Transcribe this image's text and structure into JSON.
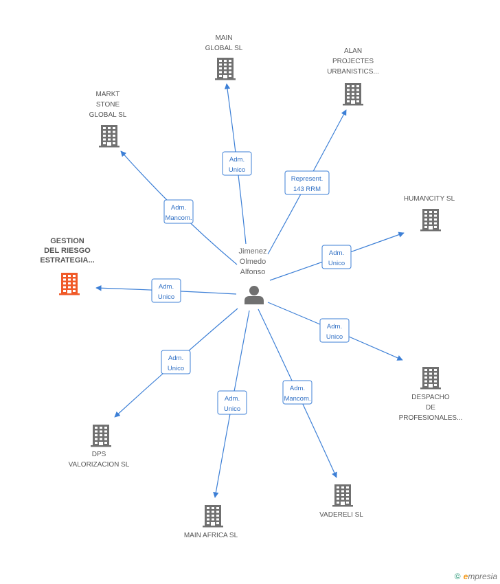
{
  "center": {
    "label_lines": [
      "Jimenez",
      "Olmedo",
      "Alfonso"
    ],
    "icon": "person-icon"
  },
  "colors": {
    "edge": "#3c7fd6",
    "node": "#707070",
    "highlight": "#f05a28"
  },
  "nodes": [
    {
      "id": "main-global",
      "label_lines": [
        "MAIN",
        "GLOBAL  SL"
      ],
      "highlight": false
    },
    {
      "id": "alan-projectes",
      "label_lines": [
        "ALAN",
        "PROJECTES",
        "URBANISTICS..."
      ],
      "highlight": false
    },
    {
      "id": "markt-stone",
      "label_lines": [
        "MARKT",
        "STONE",
        "GLOBAL  SL"
      ],
      "highlight": false
    },
    {
      "id": "humancity",
      "label_lines": [
        "HUMANCITY SL"
      ],
      "highlight": false
    },
    {
      "id": "gestion-riesgo",
      "label_lines": [
        "GESTION",
        "DEL RIESGO",
        "ESTRATEGIA..."
      ],
      "highlight": true
    },
    {
      "id": "despacho",
      "label_lines": [
        "DESPACHO",
        "DE",
        "PROFESIONALES..."
      ],
      "highlight": false
    },
    {
      "id": "dps",
      "label_lines": [
        "DPS",
        "VALORIZACION SL"
      ],
      "highlight": false
    },
    {
      "id": "vadereli",
      "label_lines": [
        "VADERELI SL"
      ],
      "highlight": false
    },
    {
      "id": "main-africa",
      "label_lines": [
        "MAIN AFRICA SL"
      ],
      "highlight": false
    }
  ],
  "edges": [
    {
      "target": "main-global",
      "label_lines": [
        "Adm.",
        "Unico"
      ]
    },
    {
      "target": "alan-projectes",
      "label_lines": [
        "Represent.",
        "143 RRM"
      ]
    },
    {
      "target": "markt-stone",
      "label_lines": [
        "Adm.",
        "Mancom."
      ]
    },
    {
      "target": "humancity",
      "label_lines": [
        "Adm.",
        "Unico"
      ]
    },
    {
      "target": "gestion-riesgo",
      "label_lines": [
        "Adm.",
        "Unico"
      ]
    },
    {
      "target": "despacho",
      "label_lines": [
        "Adm.",
        "Unico"
      ]
    },
    {
      "target": "dps",
      "label_lines": [
        "Adm.",
        "Unico"
      ]
    },
    {
      "target": "vadereli",
      "label_lines": [
        "Adm.",
        "Mancom."
      ]
    },
    {
      "target": "main-africa",
      "label_lines": [
        "Adm.",
        "Unico"
      ]
    }
  ],
  "footer": {
    "copyright": "©",
    "brand_initial": "e",
    "brand_rest": "mpresia"
  }
}
